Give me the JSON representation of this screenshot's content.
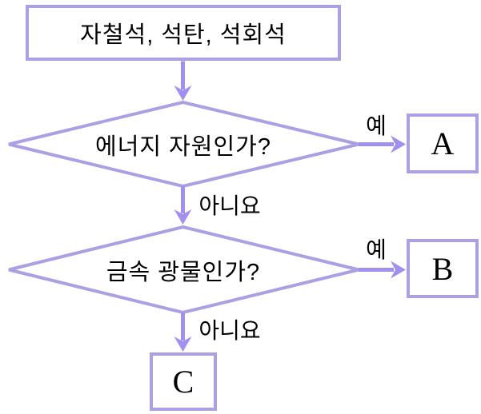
{
  "flowchart": {
    "title_box": {
      "label": "자철석, 석탄, 석회석"
    },
    "decision1": {
      "question": "에너지 자원인가?",
      "yes": "예",
      "no": "아니요"
    },
    "decision2": {
      "question": "금속 광물인가?",
      "yes": "예",
      "no": "아니요"
    },
    "terminal_a": "A",
    "terminal_b": "B",
    "terminal_c": "C",
    "colors": {
      "shape_border": "#a9a1e3",
      "arrow": "#a190ef",
      "text": "#000000",
      "background": "#ffffff"
    }
  }
}
